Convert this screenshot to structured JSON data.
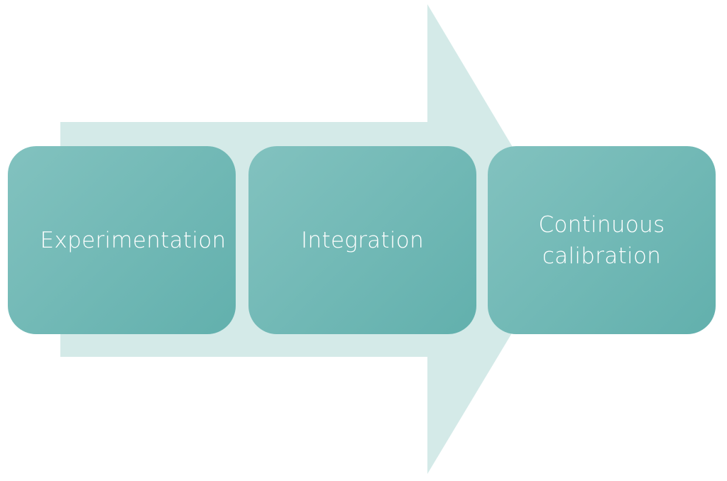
{
  "diagram": {
    "type": "process-arrow",
    "colors": {
      "arrow_fill": "#d4eae8",
      "box_fill_light": "#82c2bf",
      "box_fill_dark": "#62b0ad",
      "text": "#ffffff",
      "background": "#ffffff"
    },
    "steps": [
      {
        "label": "Experimentation"
      },
      {
        "label": "Integration"
      },
      {
        "label": "Continuous calibration"
      }
    ]
  }
}
